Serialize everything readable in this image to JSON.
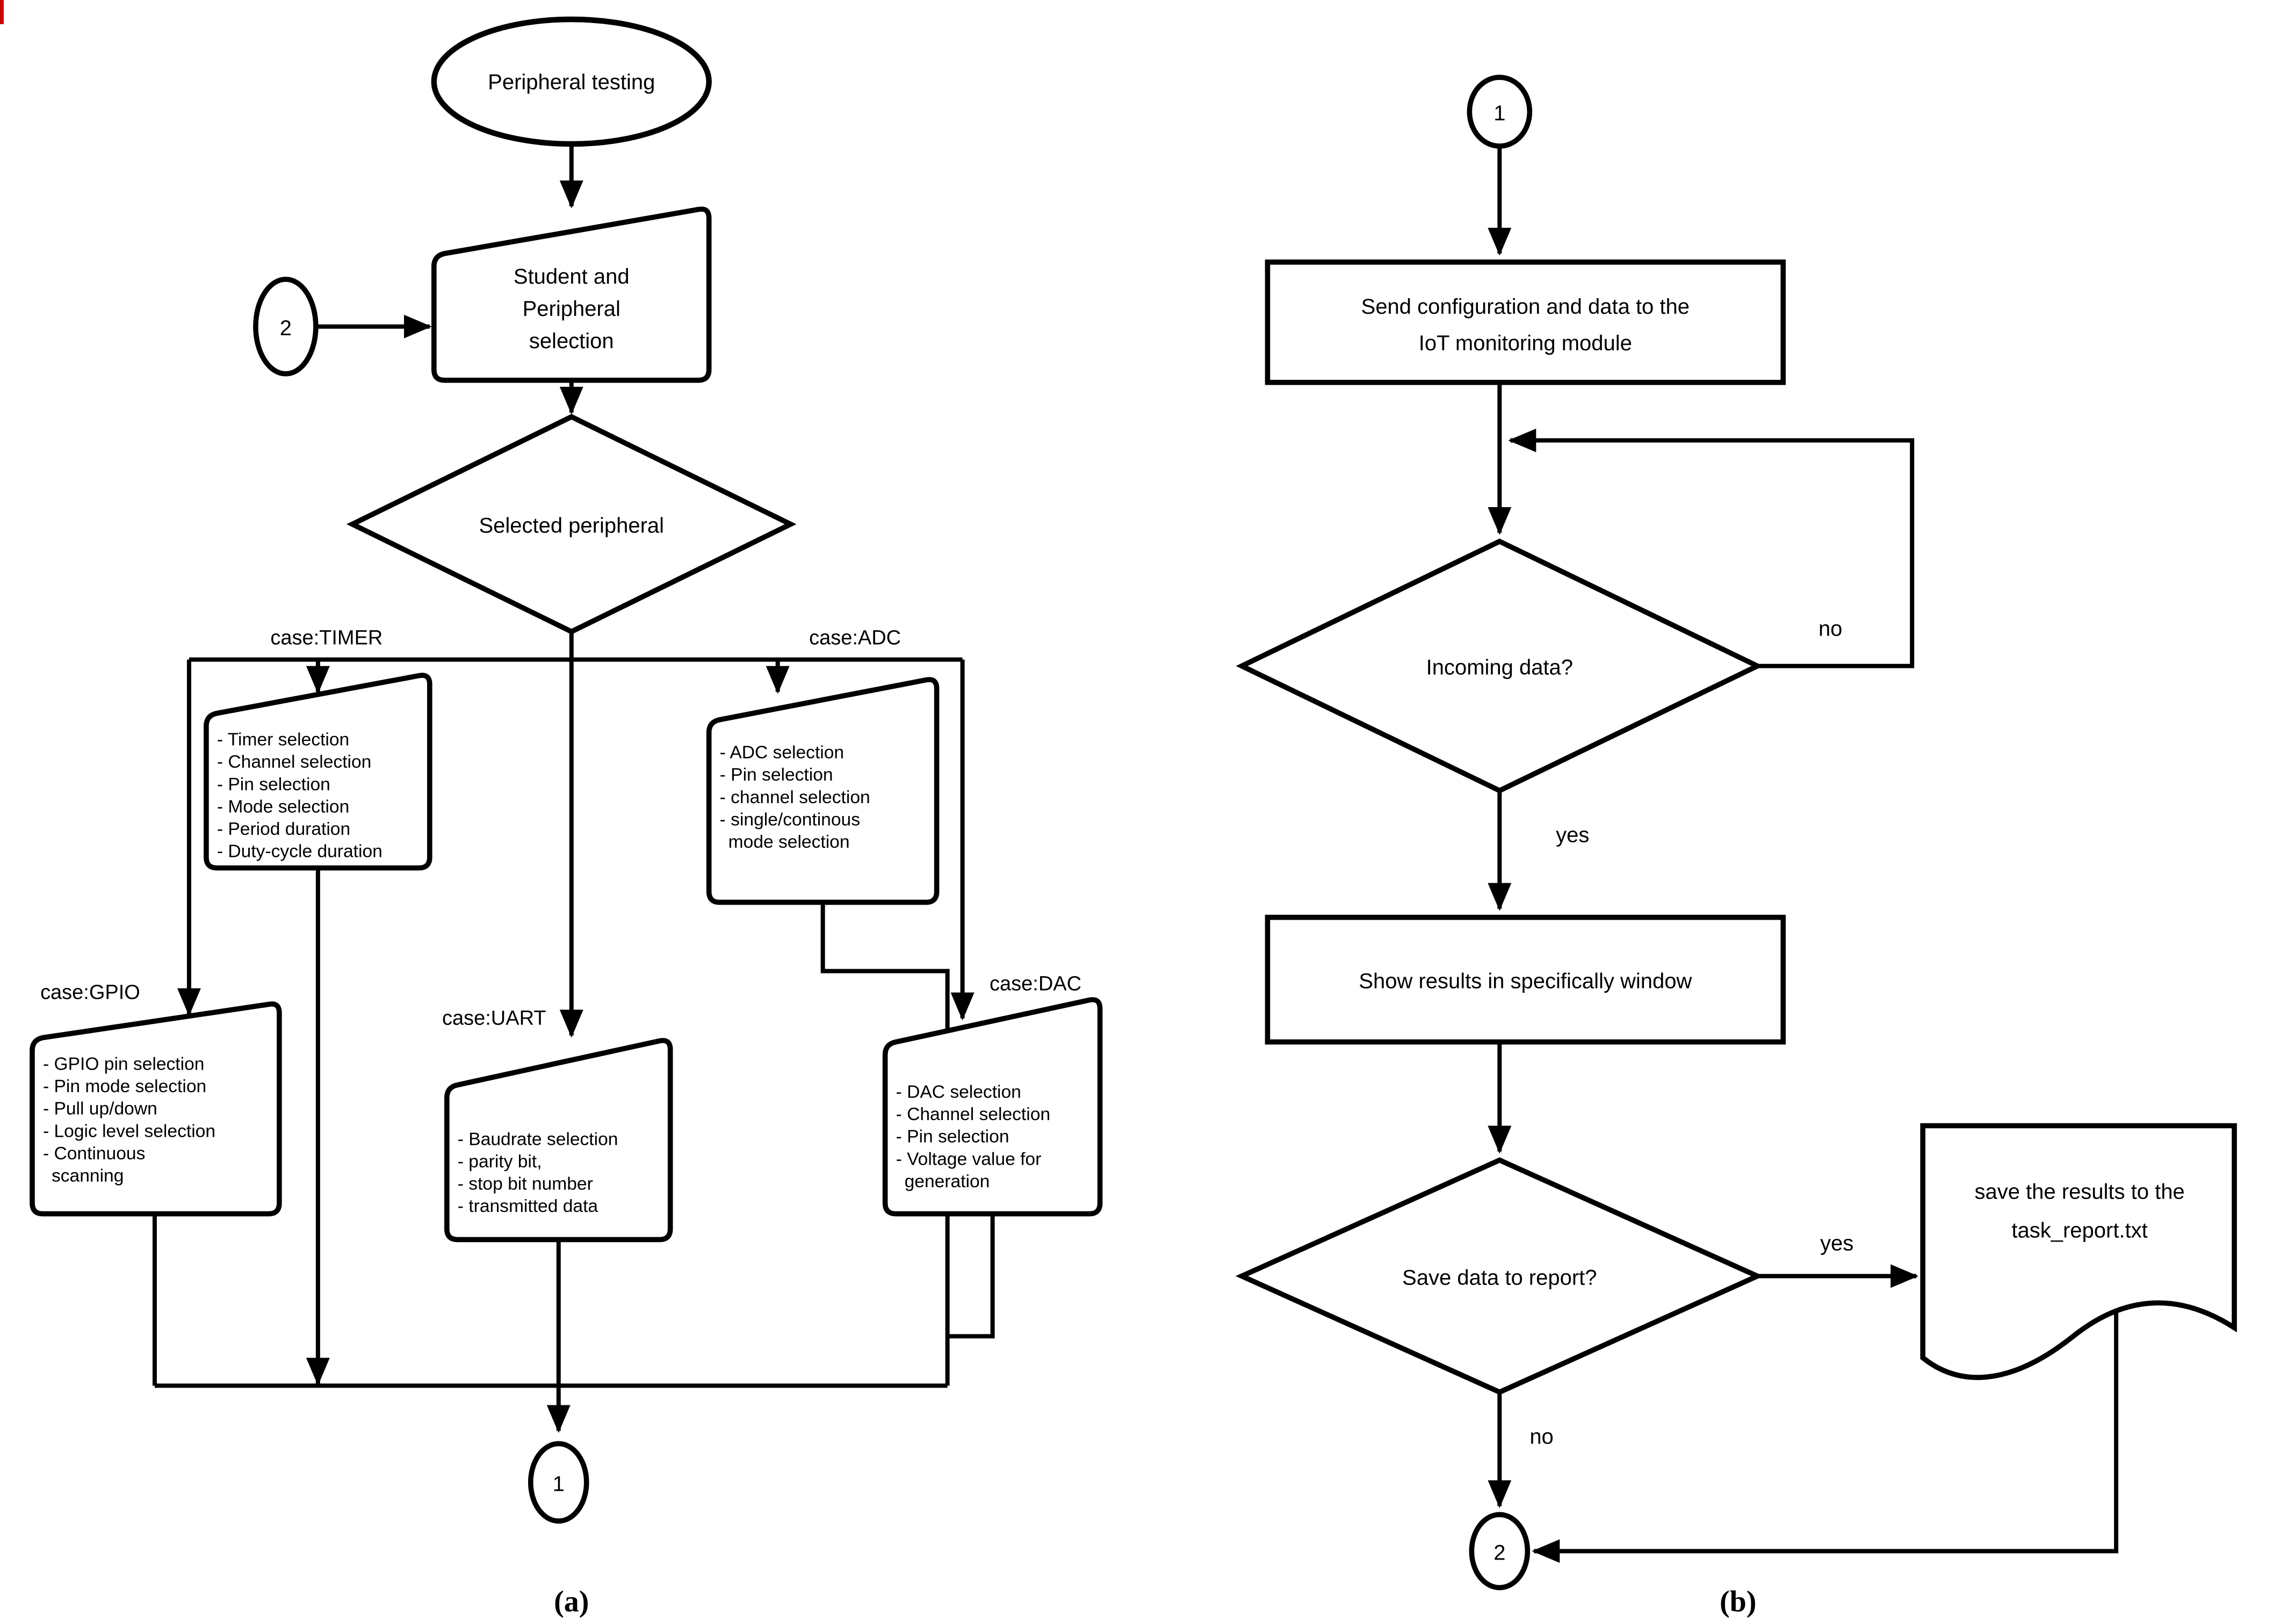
{
  "figure": {
    "caption_a": "(a)",
    "caption_b": "(b)"
  },
  "chart_a": {
    "start": "Peripheral testing",
    "connector_in": "2",
    "selection_card": {
      "lines": [
        "Student and",
        "Peripheral",
        "selection"
      ]
    },
    "decision": "Selected peripheral",
    "connector_out": "1",
    "branches": {
      "timer": {
        "label": "case:TIMER",
        "items": [
          "- Timer selection",
          "- Channel selection",
          "- Pin selection",
          "- Mode selection",
          "- Period duration",
          "- Duty-cycle duration"
        ]
      },
      "adc": {
        "label": "case:ADC",
        "items": [
          "- ADC selection",
          "- Pin selection",
          "- channel selection",
          "- single/continous",
          "mode selection"
        ]
      },
      "gpio": {
        "label": "case:GPIO",
        "items": [
          "- GPIO pin selection",
          "- Pin mode selection",
          "- Pull up/down",
          "- Logic level selection",
          "- Continuous",
          "scanning"
        ]
      },
      "uart": {
        "label": "case:UART",
        "items": [
          "- Baudrate selection",
          "- parity bit,",
          "- stop bit number",
          "- transmitted data"
        ]
      },
      "dac": {
        "label": "case:DAC",
        "items": [
          "- DAC selection",
          "- Channel selection",
          "- Pin selection",
          "- Voltage value for",
          "generation"
        ]
      }
    }
  },
  "chart_b": {
    "connector_in": "1",
    "send_box": {
      "lines": [
        "Send configuration and data to the",
        "IoT monitoring module"
      ]
    },
    "incoming_decision": "Incoming data?",
    "incoming_no": "no",
    "incoming_yes": "yes",
    "show_box": "Show results in specifically window",
    "save_decision": "Save data to report?",
    "save_yes": "yes",
    "save_no": "no",
    "document": {
      "lines": [
        "save the results to the",
        "task_report.txt"
      ]
    },
    "connector_out": "2"
  }
}
